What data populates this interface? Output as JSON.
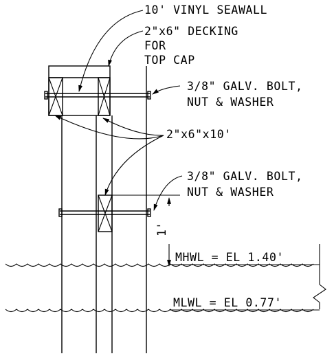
{
  "labels": {
    "seawall": "10' VINYL SEAWALL",
    "decking_1": "2\"x6\" DECKING",
    "decking_2": "FOR",
    "decking_3": "TOP CAP",
    "bolt_top_1": "3/8\" GALV. BOLT,",
    "bolt_top_2": "NUT & WASHER",
    "lumber": "2\"x6\"x10'",
    "bolt_mid_1": "3/8\" GALV. BOLT,",
    "bolt_mid_2": "NUT & WASHER",
    "dimension": "1'",
    "mhwl": "MHWL = EL 1.40'",
    "mlwl": "MLWL = EL 0.77'"
  }
}
